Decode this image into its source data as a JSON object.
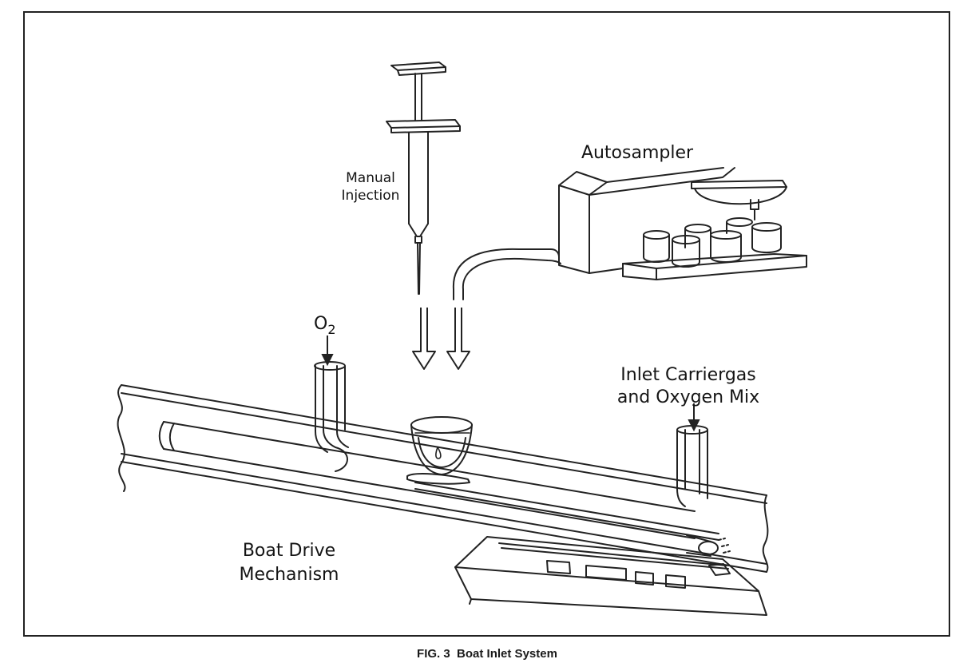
{
  "labels": {
    "manual_injection_line1": "Manual",
    "manual_injection_line2": "Injection",
    "autosampler": "Autosampler",
    "oxygen_main": "O",
    "oxygen_sub": "2",
    "inlet_line1": "Inlet Carriergas",
    "inlet_line2": "and Oxygen Mix",
    "boat_drive_line1": "Boat Drive",
    "boat_drive_line2": "Mechanism"
  },
  "caption": "FIG. 3  Boat Inlet System"
}
